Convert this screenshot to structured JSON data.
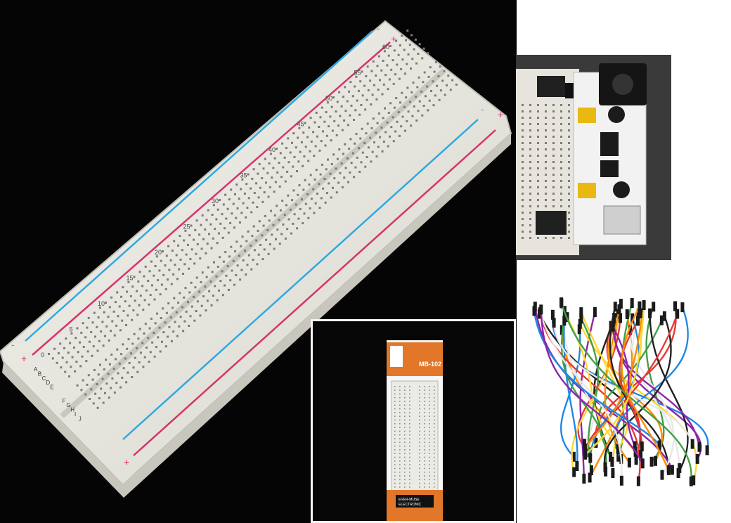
{
  "breadboard": {
    "rail_plus": "+",
    "rail_minus": "-",
    "row_letters": [
      "A",
      "B",
      "C",
      "D",
      "E",
      "F",
      "G",
      "H",
      "I",
      "J"
    ],
    "column_numbers": [
      "0",
      "5",
      "10",
      "15",
      "20",
      "25",
      "30",
      "35",
      "40",
      "45",
      "50",
      "55",
      "60"
    ],
    "colors": {
      "red_line": "#d6336c",
      "blue_line": "#2fa8e0",
      "board": "#e9e8e2"
    }
  },
  "power_module": {
    "colors": {
      "pcb": "#f2f2f2",
      "jumper": "#e9b911",
      "jack": "#151515"
    }
  },
  "packaged_board": {
    "model": "MB-102",
    "brand_line1": "EVER-MUSE",
    "brand_line2": "ELECTRONIC",
    "colors": {
      "band": "#e2772a"
    }
  },
  "jumper_wires": {
    "colors": [
      "#e53935",
      "#fdd835",
      "#43a047",
      "#1e88e5",
      "#fb8c00",
      "#8e24aa",
      "#ffffff",
      "#212121"
    ]
  }
}
